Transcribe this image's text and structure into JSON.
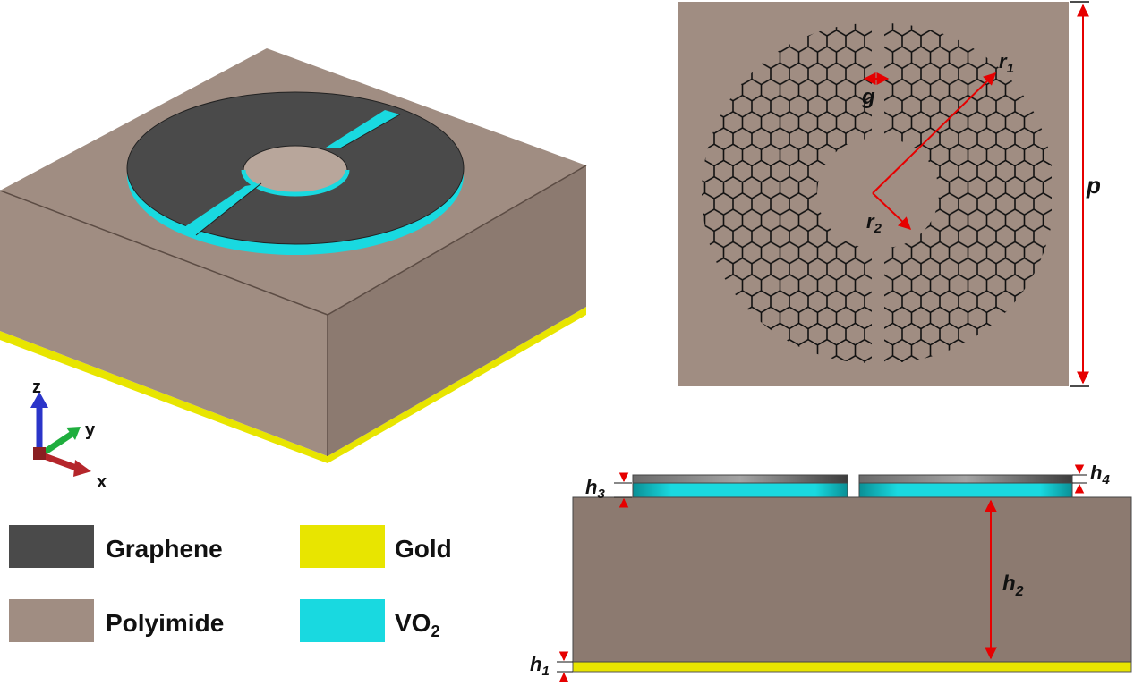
{
  "colors": {
    "graphene": "#4a4a4a",
    "polyimide": "#a08d82",
    "polyimide_dark": "#8c7a70",
    "polyimide_top": "#b8a69b",
    "gold": "#e8e500",
    "vo2": "#19d9e0",
    "dimension": "#e60000"
  },
  "axes": {
    "z": "z",
    "y": "y",
    "x": "x"
  },
  "legend": [
    {
      "label": "Graphene",
      "color_key": "graphene"
    },
    {
      "label": "Gold",
      "color_key": "gold"
    },
    {
      "label": "Polyimide",
      "color_key": "polyimide"
    },
    {
      "label": "VO",
      "sub": "2",
      "color_key": "vo2"
    }
  ],
  "dimensions": {
    "r1": {
      "base": "r",
      "sub": "1"
    },
    "r2": {
      "base": "r",
      "sub": "2"
    },
    "g": {
      "base": "g",
      "sub": ""
    },
    "p": {
      "base": "p",
      "sub": ""
    },
    "h1": {
      "base": "h",
      "sub": "1"
    },
    "h2": {
      "base": "h",
      "sub": "2"
    },
    "h3": {
      "base": "h",
      "sub": "3"
    },
    "h4": {
      "base": "h",
      "sub": "4"
    }
  }
}
